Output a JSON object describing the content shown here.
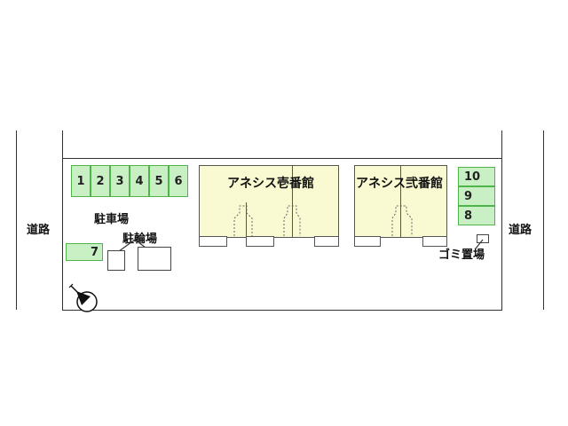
{
  "roads": {
    "left_label": "道路",
    "right_label": "道路"
  },
  "parking": {
    "label": "駐車場",
    "stalls_top": [
      "1",
      "2",
      "3",
      "4",
      "5",
      "6"
    ],
    "stall_left": "7",
    "stalls_right": [
      "10",
      "9",
      "8"
    ]
  },
  "bicycle_parking": {
    "label": "駐輪場"
  },
  "buildings": [
    {
      "name": "アネシス壱番館"
    },
    {
      "name": "アネシス弐番館"
    }
  ],
  "garbage": {
    "label": "ゴミ置場"
  },
  "compass": {
    "icon": "north-arrow-icon"
  },
  "colors": {
    "stall_fill": "#c9f0c4",
    "stall_border": "#4fb54a",
    "building_fill": "#fafad2"
  }
}
